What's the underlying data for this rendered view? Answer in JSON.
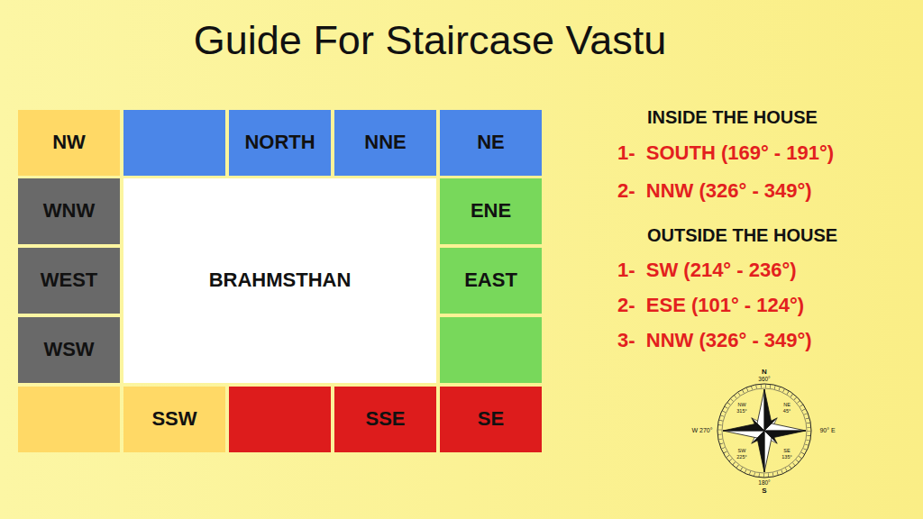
{
  "diagram": {
    "title": "Guide For Staircase Vastu",
    "nodes": [
      {
        "text": [
          "NW"
        ]
      },
      {
        "text": [
          "NORTH"
        ]
      },
      {
        "text": [
          "NNE"
        ]
      },
      {
        "text": [
          "NE"
        ]
      },
      {
        "text": [
          "WNW"
        ]
      },
      {
        "text": [
          "ENE"
        ]
      },
      {
        "text": [
          "WEST"
        ]
      },
      {
        "text": [
          "BRAHMSTHAN"
        ]
      },
      {
        "text": [
          "EAST"
        ]
      },
      {
        "text": [
          "WSW"
        ]
      },
      {
        "text": [
          "SSW"
        ]
      },
      {
        "text": [
          "SSE"
        ]
      },
      {
        "text": [
          "SE"
        ]
      }
    ],
    "labels": [
      "INSIDE THE HOUSE",
      "1-  SOUTH (169° - 191°)",
      "2-  NNW (326° - 349°)",
      "OUTSIDE THE HOUSE",
      "1-  SW (214° - 236°)",
      "2-  ESE (101° - 124°)",
      "3-  NNW (326° - 349°)",
      "N",
      "360°",
      "W 270°",
      "90° E",
      "180°",
      "S",
      "NW",
      "315°",
      "NE",
      "45°",
      "SW",
      "225°",
      "SE",
      "135°"
    ]
  }
}
